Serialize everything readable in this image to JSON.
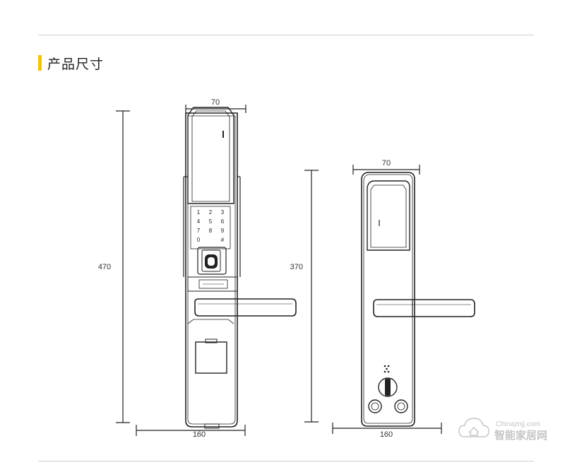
{
  "section": {
    "title": "产品尺寸",
    "accent_color": "#f5c400"
  },
  "front_view": {
    "width_label": "70",
    "height_label": "470",
    "base_width_label": "160",
    "keypad_keys": [
      "1",
      "2",
      "3",
      "4",
      "5",
      "6",
      "7",
      "8",
      "9",
      "0",
      "",
      "#"
    ]
  },
  "back_view": {
    "width_label": "70",
    "height_label": "370",
    "base_width_label": "160"
  },
  "watermark": {
    "line1": "Chinaznjj.com",
    "line2": "智能家居网"
  }
}
